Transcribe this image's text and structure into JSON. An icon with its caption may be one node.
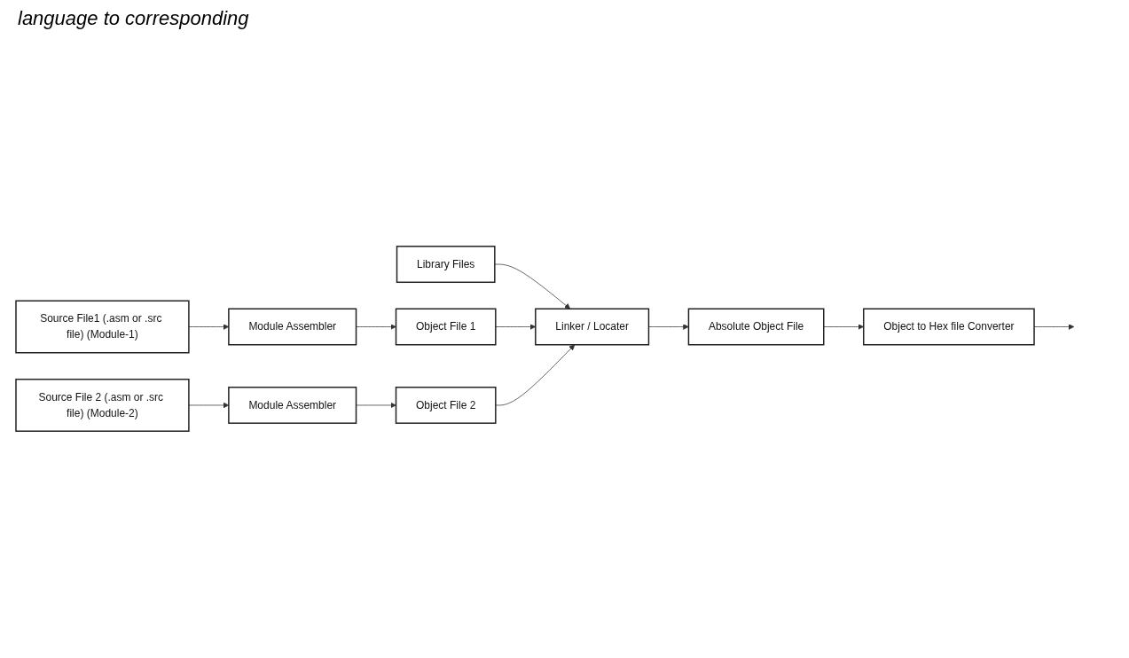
{
  "diagram": {
    "nodes": [
      {
        "text": [
          "Library Files"
        ]
      },
      {
        "text": [
          "Source File1 (.asm or .src file) (Module-1)"
        ]
      },
      {
        "text": [
          "Module Assembler"
        ]
      },
      {
        "text": [
          "Object File 1"
        ]
      },
      {
        "text": [
          "Source File 2 (.asm or .src file) (Module-2)"
        ]
      },
      {
        "text": [
          "Module Assembler"
        ]
      },
      {
        "text": [
          "Object File 2"
        ]
      },
      {
        "text": [
          "Object to Hex file Converter"
        ]
      },
      {
        "text": [
          "Absolute Object File"
        ]
      },
      {
        "text": [
          "Linker / Locater"
        ]
      }
    ],
    "edges": [
      {
        "from": 1,
        "to": 2,
        "arrow": "to"
      },
      {
        "from": 2,
        "to": 3,
        "arrow": "to"
      },
      {
        "from": 4,
        "to": 5,
        "arrow": "to"
      },
      {
        "from": 5,
        "to": 6,
        "arrow": "to"
      },
      {
        "from": 0,
        "to": 9,
        "arrow": "to"
      },
      {
        "from": 3,
        "to": 9,
        "arrow": "to"
      },
      {
        "from": 6,
        "to": 9,
        "arrow": "to"
      },
      {
        "from": 9,
        "to": 8,
        "arrow": "to"
      },
      {
        "from": 8,
        "to": 7,
        "arrow": "to"
      },
      {
        "from": 7,
        "to": null,
        "arrow": "to"
      }
    ],
    "labels": [
      "language to corresponding"
    ]
  }
}
